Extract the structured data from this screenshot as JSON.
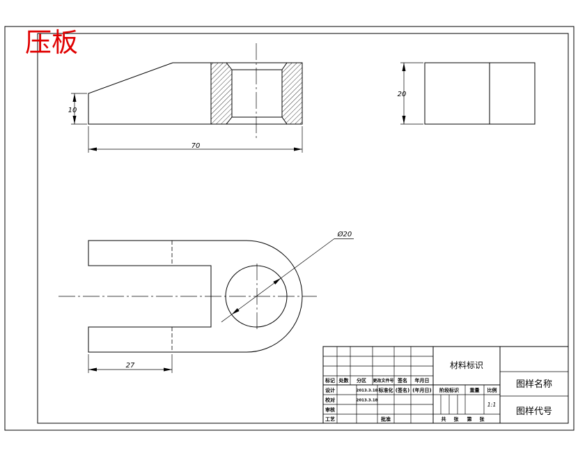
{
  "drawing": {
    "title": "压板",
    "front_view": {
      "height_dim": "10",
      "length_dim": "70"
    },
    "side_view": {
      "thickness_dim": "20"
    },
    "plan_view": {
      "hole_dim": "Ø20",
      "slot_depth_dim": "27"
    }
  },
  "title_block": {
    "change_header": {
      "mark": "标记",
      "count": "处数",
      "zone": "分区",
      "change_doc": "更改文件号",
      "signature": "签名",
      "date": "年月日"
    },
    "design_row": {
      "label": "设计",
      "date": "2013.3.18",
      "standardization": "标准化",
      "signature": "(签名)",
      "date_placeholder": "(年月日)"
    },
    "check_row": {
      "label": "校对",
      "date": "2013.3.18"
    },
    "review_row": {
      "label": "审核"
    },
    "process_row": {
      "label": "工艺",
      "approval": "批准"
    },
    "material_id": "材料标识",
    "stage_id_label": "阶段标识",
    "weight_label": "重量",
    "scale_label": "比例",
    "scale_value": "1:1",
    "sheet_count": {
      "total_prefix": "共",
      "total_suffix": "张",
      "current_prefix": "第",
      "current_suffix": "张"
    },
    "drawing_name": "图样名称",
    "drawing_code": "图样代号"
  },
  "colors": {
    "title": "#e00000",
    "line": "#000000",
    "background": "#ffffff"
  }
}
